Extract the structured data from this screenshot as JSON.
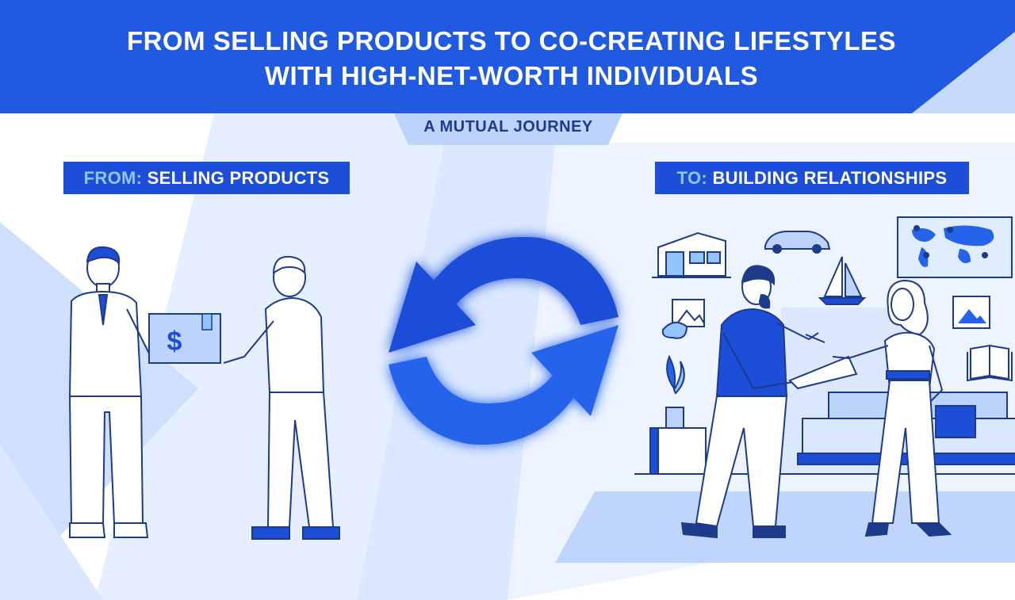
{
  "header": {
    "title_line1": "FROM SELLING PRODUCTS TO CO-CREATING LIFESTYLES",
    "title_line2": "WITH HIGH-NET-WORTH INDIVIDUALS",
    "subtitle": "A MUTUAL JOURNEY"
  },
  "left_panel": {
    "label_prefix": "FROM:",
    "label_text": " SELLING PRODUCTS",
    "box_symbol": "$"
  },
  "right_panel": {
    "label_prefix": "TO:",
    "label_text": " BUILDING RELATIONSHIPS"
  },
  "icons": [
    "cycle-arrows-icon",
    "house-icon",
    "car-icon",
    "sailboat-icon",
    "world-map-icon",
    "image-icon",
    "book-icon",
    "palette-icon",
    "plant-icon",
    "sofa-icon"
  ],
  "colors": {
    "primary_blue": "#1d4ed8",
    "light_blue": "#dbeafe",
    "accent_blue": "#2563eb"
  }
}
